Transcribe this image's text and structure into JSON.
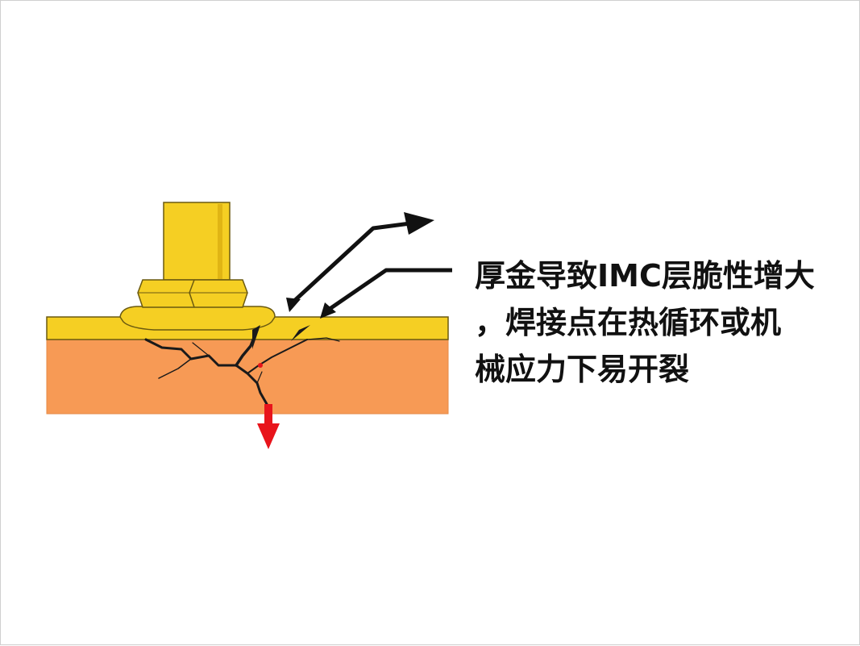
{
  "caption": {
    "line1": "厚金导致IMC层脆性增大",
    "line2": "，焊接点在热循环或机",
    "line3": "械应力下易开裂"
  },
  "colors": {
    "gold": "#f5cf23",
    "gold_outline": "#6b5a10",
    "substrate": "#f79a55",
    "crack": "#1a1a1a",
    "arrow": "#111111",
    "red_arrow": "#e8141b"
  }
}
